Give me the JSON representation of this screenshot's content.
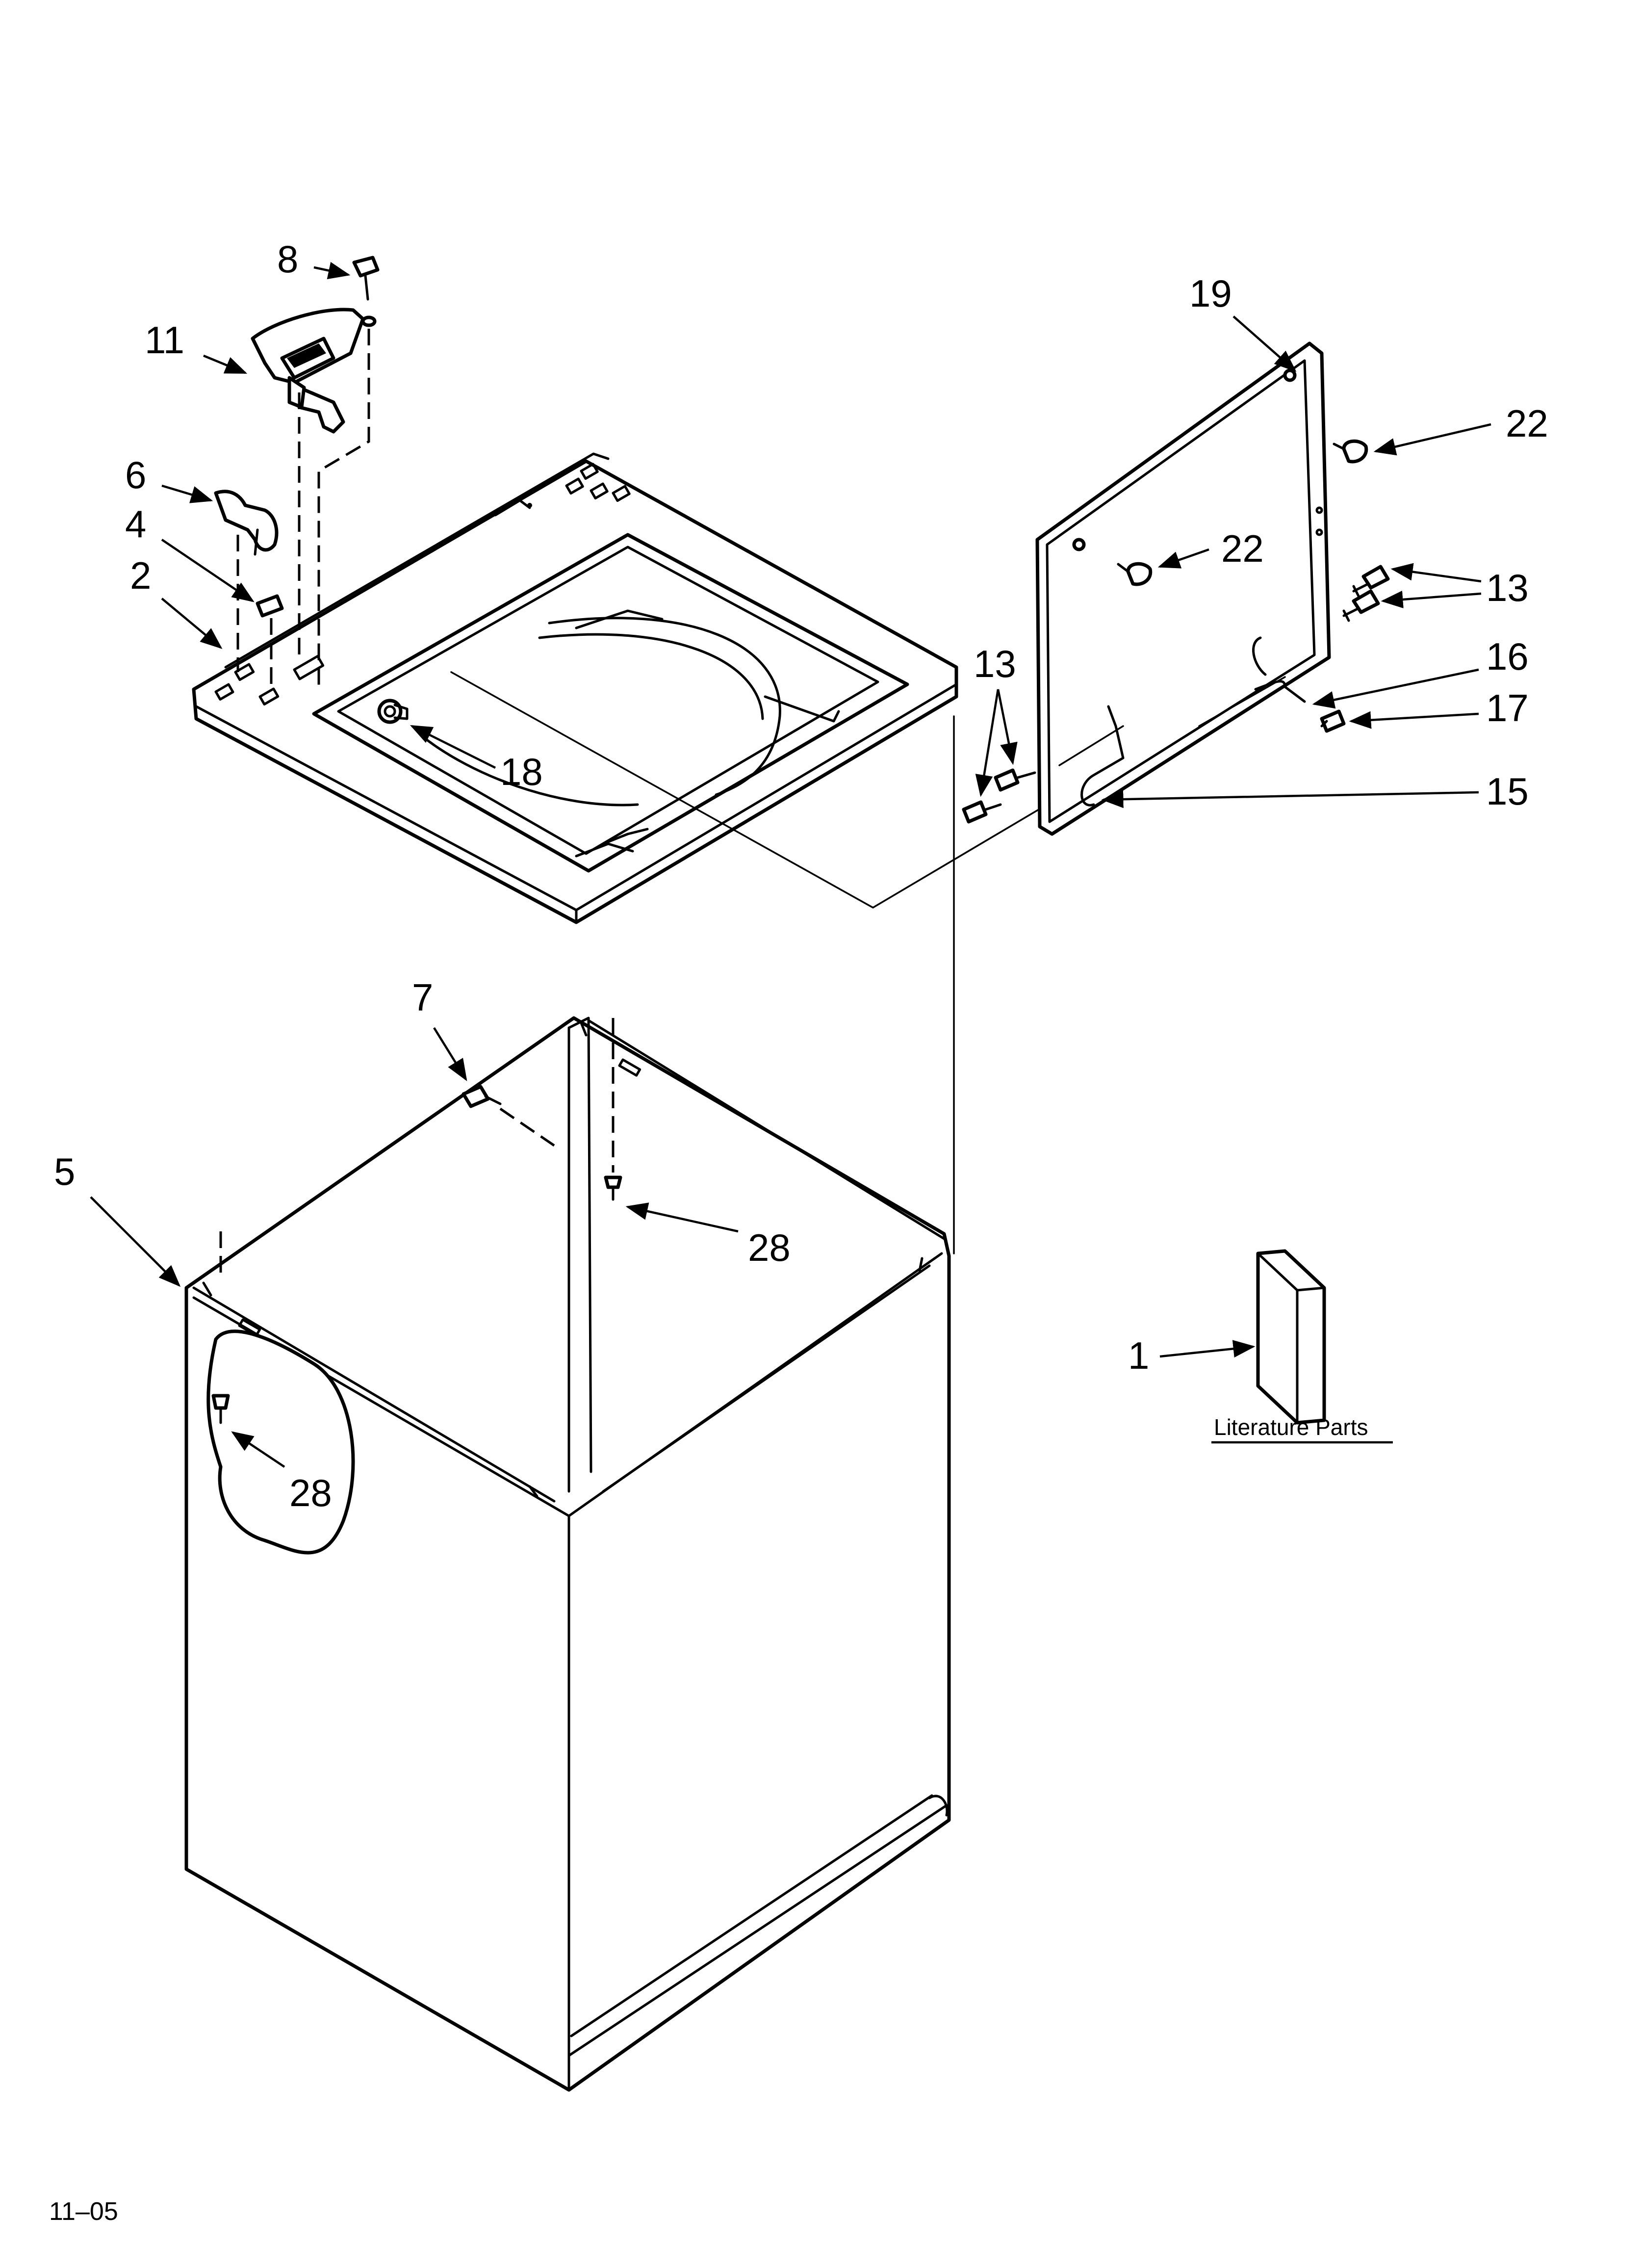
{
  "callouts": {
    "c8": "8",
    "c11": "11",
    "c6": "6",
    "c4": "4",
    "c2": "2",
    "c18": "18",
    "c19": "19",
    "c22a": "22",
    "c22b": "22",
    "c13a": "13",
    "c13b": "13",
    "c16": "16",
    "c17": "17",
    "c15": "15",
    "c7": "7",
    "c5": "5",
    "c28a": "28",
    "c28b": "28",
    "c1": "1"
  },
  "literature_label": "Literature Parts",
  "footer_code": "11–05",
  "icons": [
    "arrowhead",
    "screw",
    "bumper",
    "hinge-pin",
    "lid-switch",
    "clip"
  ]
}
